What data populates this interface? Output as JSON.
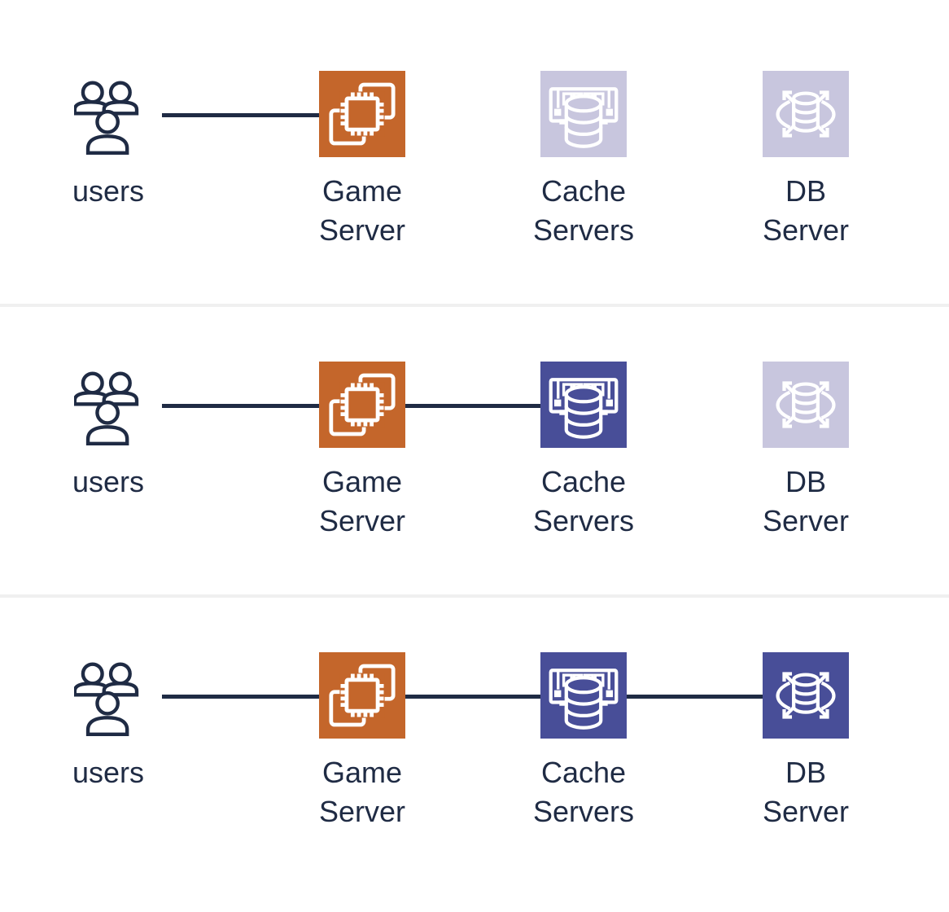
{
  "diagram": {
    "description": "Three-step request flow diagram repeated in three rows, each row activating one more component",
    "colors": {
      "game_server_active": "#C4662B",
      "cache_db_active": "#484E98",
      "inactive_node": "#C8C6DE",
      "connector_line": "#1F2B44",
      "label_text": "#1F2B44",
      "row_divider": "#F0F0F0",
      "icon_glyph": "#FFFFFF",
      "background": "#FFFFFF"
    },
    "rows": [
      {
        "step": 1,
        "nodes": [
          {
            "name": "users",
            "label": "users",
            "icon": "users-group-icon",
            "state": "plain"
          },
          {
            "name": "game-server",
            "label": "Game Server",
            "icon": "compute-chip-icon",
            "state": "active"
          },
          {
            "name": "cache-servers",
            "label": "Cache Servers",
            "icon": "memory-cache-icon",
            "state": "inactive"
          },
          {
            "name": "db-server",
            "label": "DB Server",
            "icon": "database-scale-icon",
            "state": "inactive"
          }
        ],
        "connections": [
          "users to game-server"
        ]
      },
      {
        "step": 2,
        "nodes": [
          {
            "name": "users",
            "label": "users",
            "icon": "users-group-icon",
            "state": "plain"
          },
          {
            "name": "game-server",
            "label": "Game Server",
            "icon": "compute-chip-icon",
            "state": "active"
          },
          {
            "name": "cache-servers",
            "label": "Cache Servers",
            "icon": "memory-cache-icon",
            "state": "active"
          },
          {
            "name": "db-server",
            "label": "DB Server",
            "icon": "database-scale-icon",
            "state": "inactive"
          }
        ],
        "connections": [
          "users to game-server",
          "game-server to cache-servers"
        ]
      },
      {
        "step": 3,
        "nodes": [
          {
            "name": "users",
            "label": "users",
            "icon": "users-group-icon",
            "state": "plain"
          },
          {
            "name": "game-server",
            "label": "Game Server",
            "icon": "compute-chip-icon",
            "state": "active"
          },
          {
            "name": "cache-servers",
            "label": "Cache Servers",
            "icon": "memory-cache-icon",
            "state": "active"
          },
          {
            "name": "db-server",
            "label": "DB Server",
            "icon": "database-scale-icon",
            "state": "active"
          }
        ],
        "connections": [
          "users to game-server",
          "game-server to cache-servers",
          "cache-servers to db-server"
        ]
      }
    ]
  }
}
